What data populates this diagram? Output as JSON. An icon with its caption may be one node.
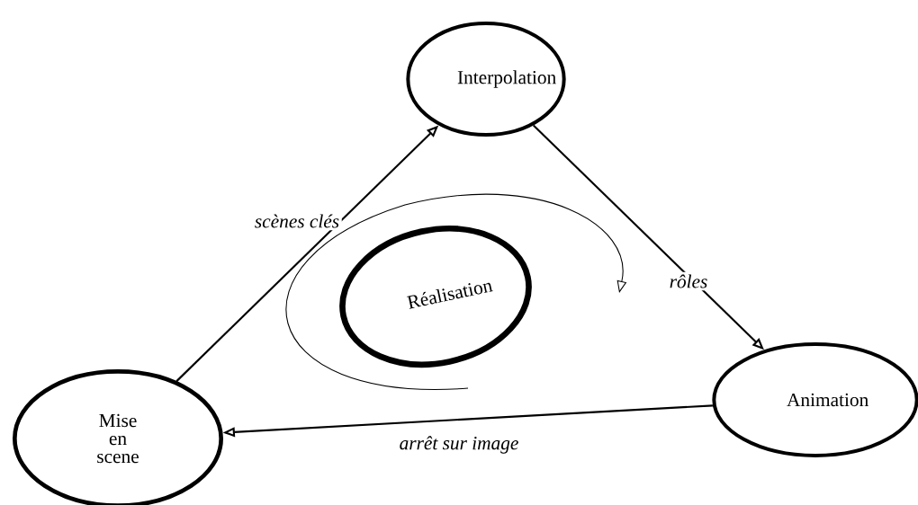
{
  "diagram": {
    "nodes": [
      {
        "text": [
          "Interpolation"
        ]
      },
      {
        "text": [
          "Réalisation"
        ]
      },
      {
        "text": [
          "Animation"
        ]
      },
      {
        "text": [
          "Mise en scene"
        ]
      }
    ],
    "edges": [
      {
        "from": 3,
        "to": 0,
        "arrow": "to",
        "label": "scènes clés"
      },
      {
        "from": 0,
        "to": 2,
        "arrow": "to",
        "label": "rôles"
      },
      {
        "from": 2,
        "to": 3,
        "arrow": "to",
        "label": "arrêt sur image"
      }
    ]
  }
}
